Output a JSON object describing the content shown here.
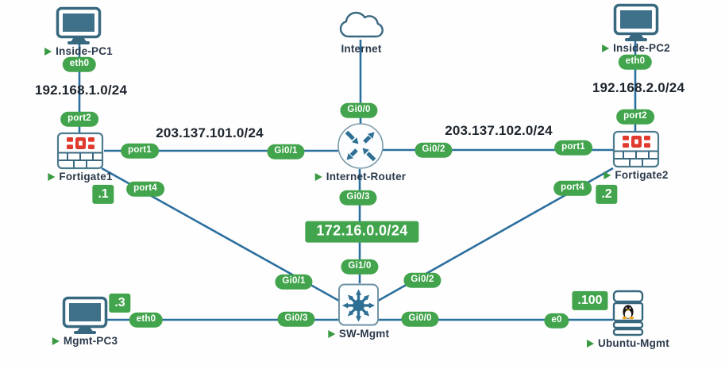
{
  "nodes": {
    "inside_pc1": "Inside-PC1",
    "inside_pc2": "Inside-PC2",
    "internet": "Internet",
    "internet_router": "Internet-Router",
    "fortigate1": "Fortigate1",
    "fortigate2": "Fortigate2",
    "sw_mgmt": "SW-Mgmt",
    "mgmt_pc3": "Mgmt-PC3",
    "ubuntu_mgmt": "Ubuntu-Mgmt"
  },
  "interface_labels": {
    "pc1_eth0": "eth0",
    "fg1_port2": "port2",
    "fg1_port1": "port1",
    "fg1_port4": "port4",
    "router_gi0_0": "Gi0/0",
    "router_gi0_1": "Gi0/1",
    "router_gi0_2": "Gi0/2",
    "router_gi0_3": "Gi0/3",
    "sw_gi1_0": "Gi1/0",
    "sw_gi0_1": "Gi0/1",
    "sw_gi0_2": "Gi0/2",
    "sw_gi0_3": "Gi0/3",
    "sw_gi0_0": "Gi0/0",
    "fg2_port2": "port2",
    "fg2_port1": "port1",
    "fg2_port4": "port4",
    "pc2_eth0": "eth0",
    "pc3_eth0": "eth0",
    "ubuntu_e0": "e0"
  },
  "subnets": {
    "inside1": "192.168.1.0/24",
    "inside2": "192.168.2.0/24",
    "wan1": "203.137.101.0/24",
    "wan2": "203.137.102.0/24",
    "mgmt": "172.16.0.0/24"
  },
  "host_addresses": {
    "fortigate1": ".1",
    "fortigate2": ".2",
    "mgmt_pc3": ".3",
    "ubuntu_mgmt": ".100"
  },
  "colors": {
    "link_blue": "#2b6f9e",
    "device_teal": "#38687f",
    "label_green": "#42a44c",
    "triangle_green": "#3a9a43",
    "fortinet_red": "#e03a2f",
    "node_label_text": "#2a3a4b",
    "subnet_text": "#1d252d"
  }
}
